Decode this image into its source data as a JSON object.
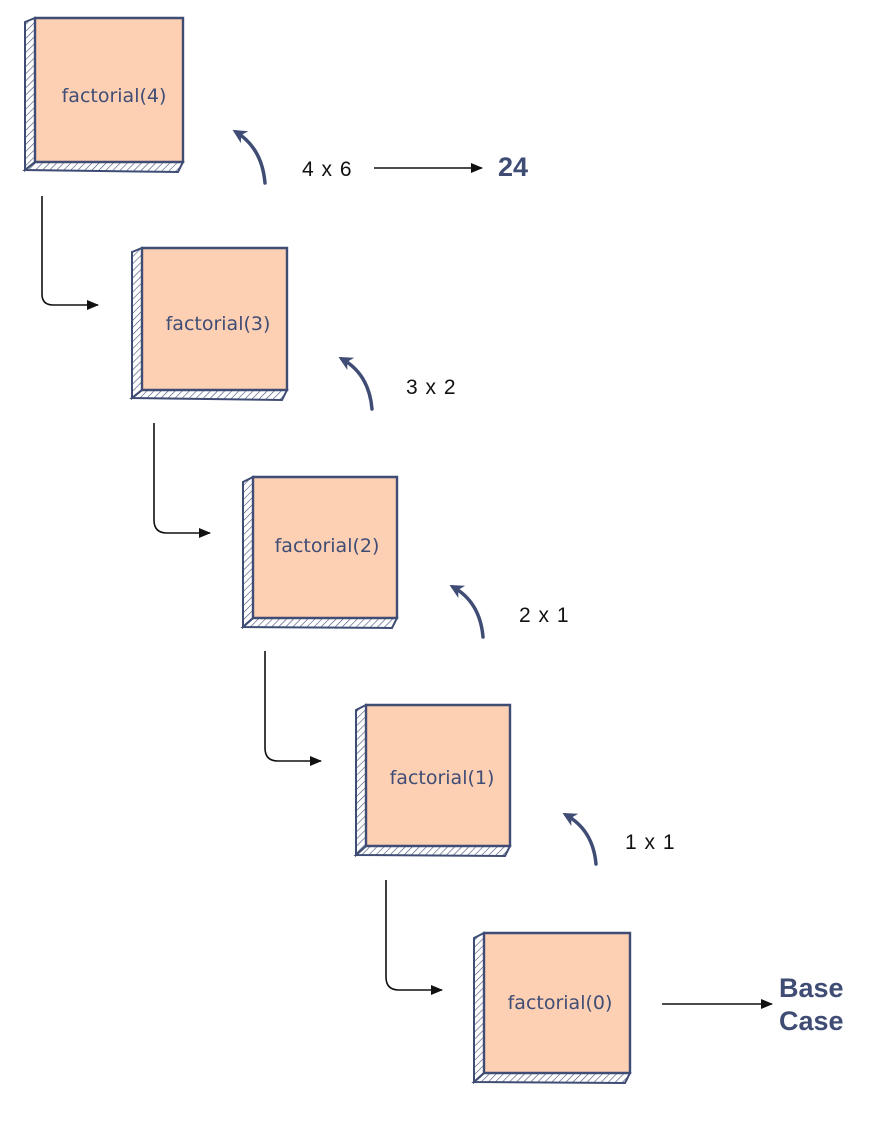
{
  "calls": [
    {
      "label": "factorial(4)",
      "multiplication": "4 x 6"
    },
    {
      "label": "factorial(3)",
      "multiplication": "3 x 2"
    },
    {
      "label": "factorial(2)",
      "multiplication": "2 x 1"
    },
    {
      "label": "factorial(1)",
      "multiplication": "1 x 1"
    },
    {
      "label": "factorial(0)"
    }
  ],
  "result": "24",
  "base_case": {
    "line1": "Base",
    "line2": "Case"
  },
  "colors": {
    "box_fill": "#fdcfb3",
    "box_stroke": "#3f4d75",
    "return_arrow": "#3f4d75",
    "call_arrow": "#111111",
    "label_text": "#3f4d75"
  }
}
